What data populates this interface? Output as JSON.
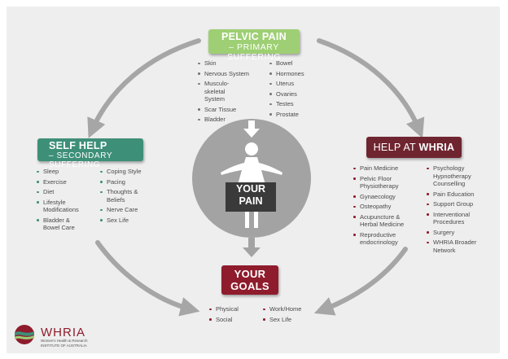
{
  "pelvic_pain": {
    "title": "PELVIC PAIN",
    "subtitle": "– PRIMARY SUFFERING"
  },
  "pelvic_col1": [
    "Skin",
    "Nervous System",
    "Musculo-skeletal System",
    "Scar Tissue",
    "Bladder"
  ],
  "pelvic_col2": [
    "Bowel",
    "Hormones",
    "Uterus",
    "Ovaries",
    "Testes",
    "Prostate"
  ],
  "self_help": {
    "title": "SELF HELP",
    "subtitle": "– SECONDARY SUFFERING"
  },
  "self_col1": [
    "Sleep",
    "Exercise",
    "Diet",
    "Lifestyle Modifications",
    "Bladder & Bowel Care"
  ],
  "self_col2": [
    "Coping Style",
    "Pacing",
    "Thoughts & Beliefs",
    "Nerve Care",
    "Sex Life"
  ],
  "whria": {
    "prefix": "HELP AT ",
    "bold": "WHRIA"
  },
  "whria_col1": [
    "Pain Medicine",
    "Pelvic Floor Physiotherapy",
    "Gynaecology",
    "Osteopathy",
    "Acupuncture & Herbal Medicine",
    "Reproductive endocrinology"
  ],
  "whria_col2": [
    "Psychology Hypnotherapy Counselling",
    "Pain Education",
    "Support Group",
    "Interventional Procedures",
    "Surgery",
    "WHRIA Broader Network"
  ],
  "your_pain": {
    "line1": "YOUR",
    "line2": "PAIN"
  },
  "your_goals": {
    "line1": "YOUR",
    "line2": "GOALS"
  },
  "goals_col1": [
    "Physical",
    "Social"
  ],
  "goals_col2": [
    "Work/Home",
    "Sex Life"
  ],
  "logo": {
    "name": "WHRIA",
    "line1": "Women's Health & Research",
    "line2": "INSTITUTE OF AUSTRALIA"
  },
  "colors": {
    "pelvic": "#9ecf74",
    "self_help": "#3e8f78",
    "whria": "#6f2530",
    "goals": "#8e1c2c",
    "arrow": "#a6a6a6"
  }
}
